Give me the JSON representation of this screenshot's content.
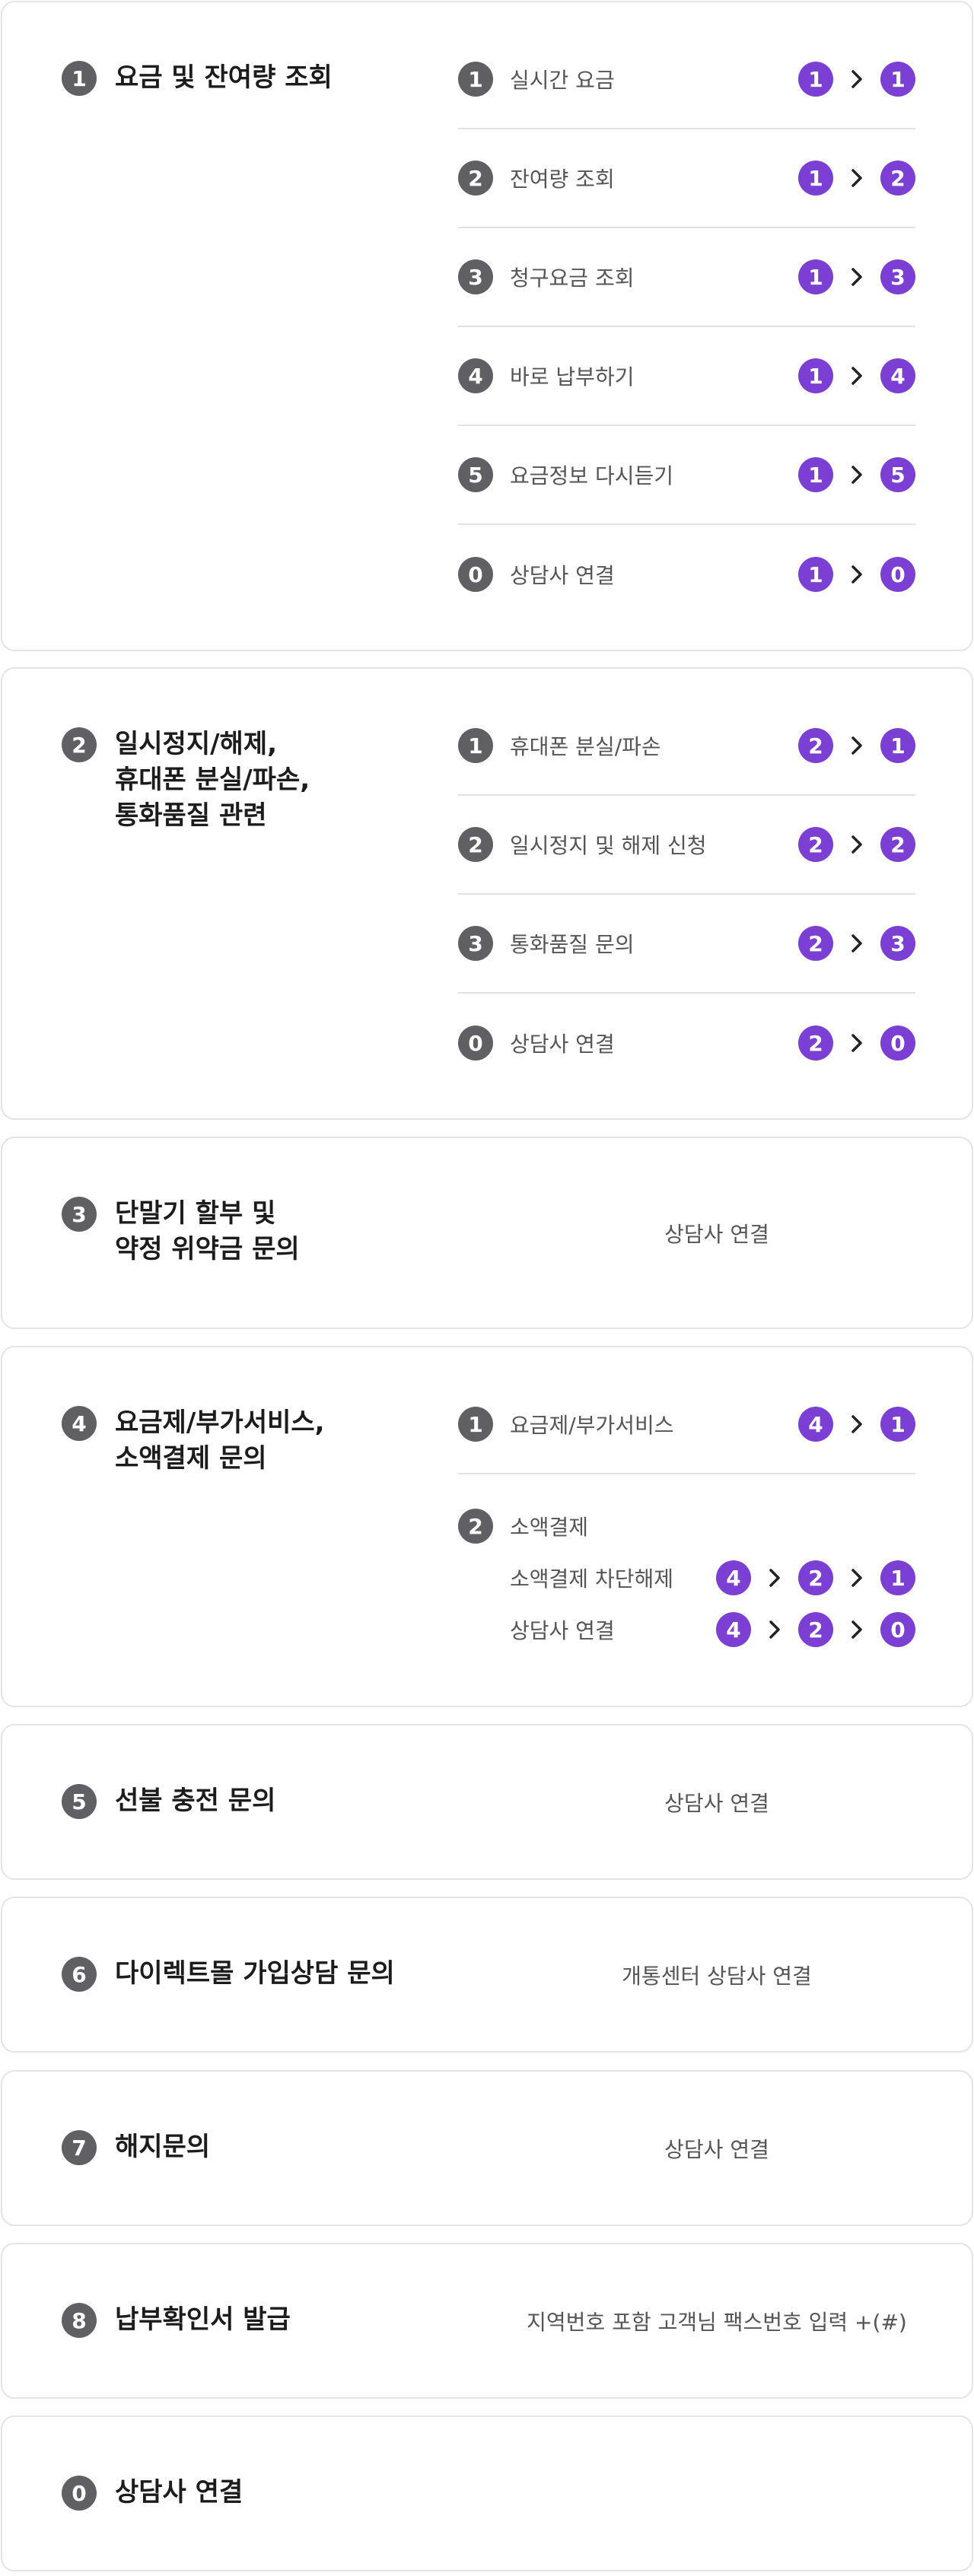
{
  "colors": {
    "badge_gray": "#5f5f64",
    "badge_purple": "#7b3fd4",
    "border": "#e4e4e8"
  },
  "arrow_icon": "chevron-right-icon",
  "sections": [
    {
      "num": "1",
      "title": "요금 및 잔여량 조회",
      "options": [
        {
          "num": "1",
          "label": "실시간 요금",
          "seq": [
            "1",
            "1"
          ]
        },
        {
          "num": "2",
          "label": "잔여량 조회",
          "seq": [
            "1",
            "2"
          ]
        },
        {
          "num": "3",
          "label": "청구요금 조회",
          "seq": [
            "1",
            "3"
          ]
        },
        {
          "num": "4",
          "label": "바로 납부하기",
          "seq": [
            "1",
            "4"
          ]
        },
        {
          "num": "5",
          "label": "요금정보 다시듣기",
          "seq": [
            "1",
            "5"
          ]
        },
        {
          "num": "0",
          "label": "상담사 연결",
          "seq": [
            "1",
            "0"
          ]
        }
      ]
    },
    {
      "num": "2",
      "title": "일시정지/해제,\n휴대폰 분실/파손,\n통화품질 관련",
      "options": [
        {
          "num": "1",
          "label": "휴대폰 분실/파손",
          "seq": [
            "2",
            "1"
          ]
        },
        {
          "num": "2",
          "label": "일시정지 및 해제 신청",
          "seq": [
            "2",
            "2"
          ]
        },
        {
          "num": "3",
          "label": "통화품질 문의",
          "seq": [
            "2",
            "3"
          ]
        },
        {
          "num": "0",
          "label": "상담사 연결",
          "seq": [
            "2",
            "0"
          ]
        }
      ]
    },
    {
      "num": "3",
      "title": "단말기 할부 및\n약정 위약금 문의",
      "note": "상담사 연결"
    },
    {
      "num": "4",
      "title": "요금제/부가서비스,\n소액결제 문의",
      "options": [
        {
          "num": "1",
          "label": "요금제/부가서비스",
          "seq": [
            "4",
            "1"
          ]
        },
        {
          "num": "2",
          "label": "소액결제"
        }
      ],
      "suboptions": [
        {
          "label": "소액결제 차단해제",
          "seq": [
            "4",
            "2",
            "1"
          ]
        },
        {
          "label": "상담사 연결",
          "seq": [
            "4",
            "2",
            "0"
          ]
        }
      ]
    },
    {
      "num": "5",
      "title": "선불 충전 문의",
      "note": "상담사 연결"
    },
    {
      "num": "6",
      "title": "다이렉트몰 가입상담 문의",
      "note": "개통센터 상담사 연결"
    },
    {
      "num": "7",
      "title": "해지문의",
      "note": "상담사 연결"
    },
    {
      "num": "8",
      "title": "납부확인서 발급",
      "note": "지역번호 포함 고객님 팩스번호 입력 +(#)"
    },
    {
      "num": "0",
      "title": "상담사 연결"
    }
  ]
}
